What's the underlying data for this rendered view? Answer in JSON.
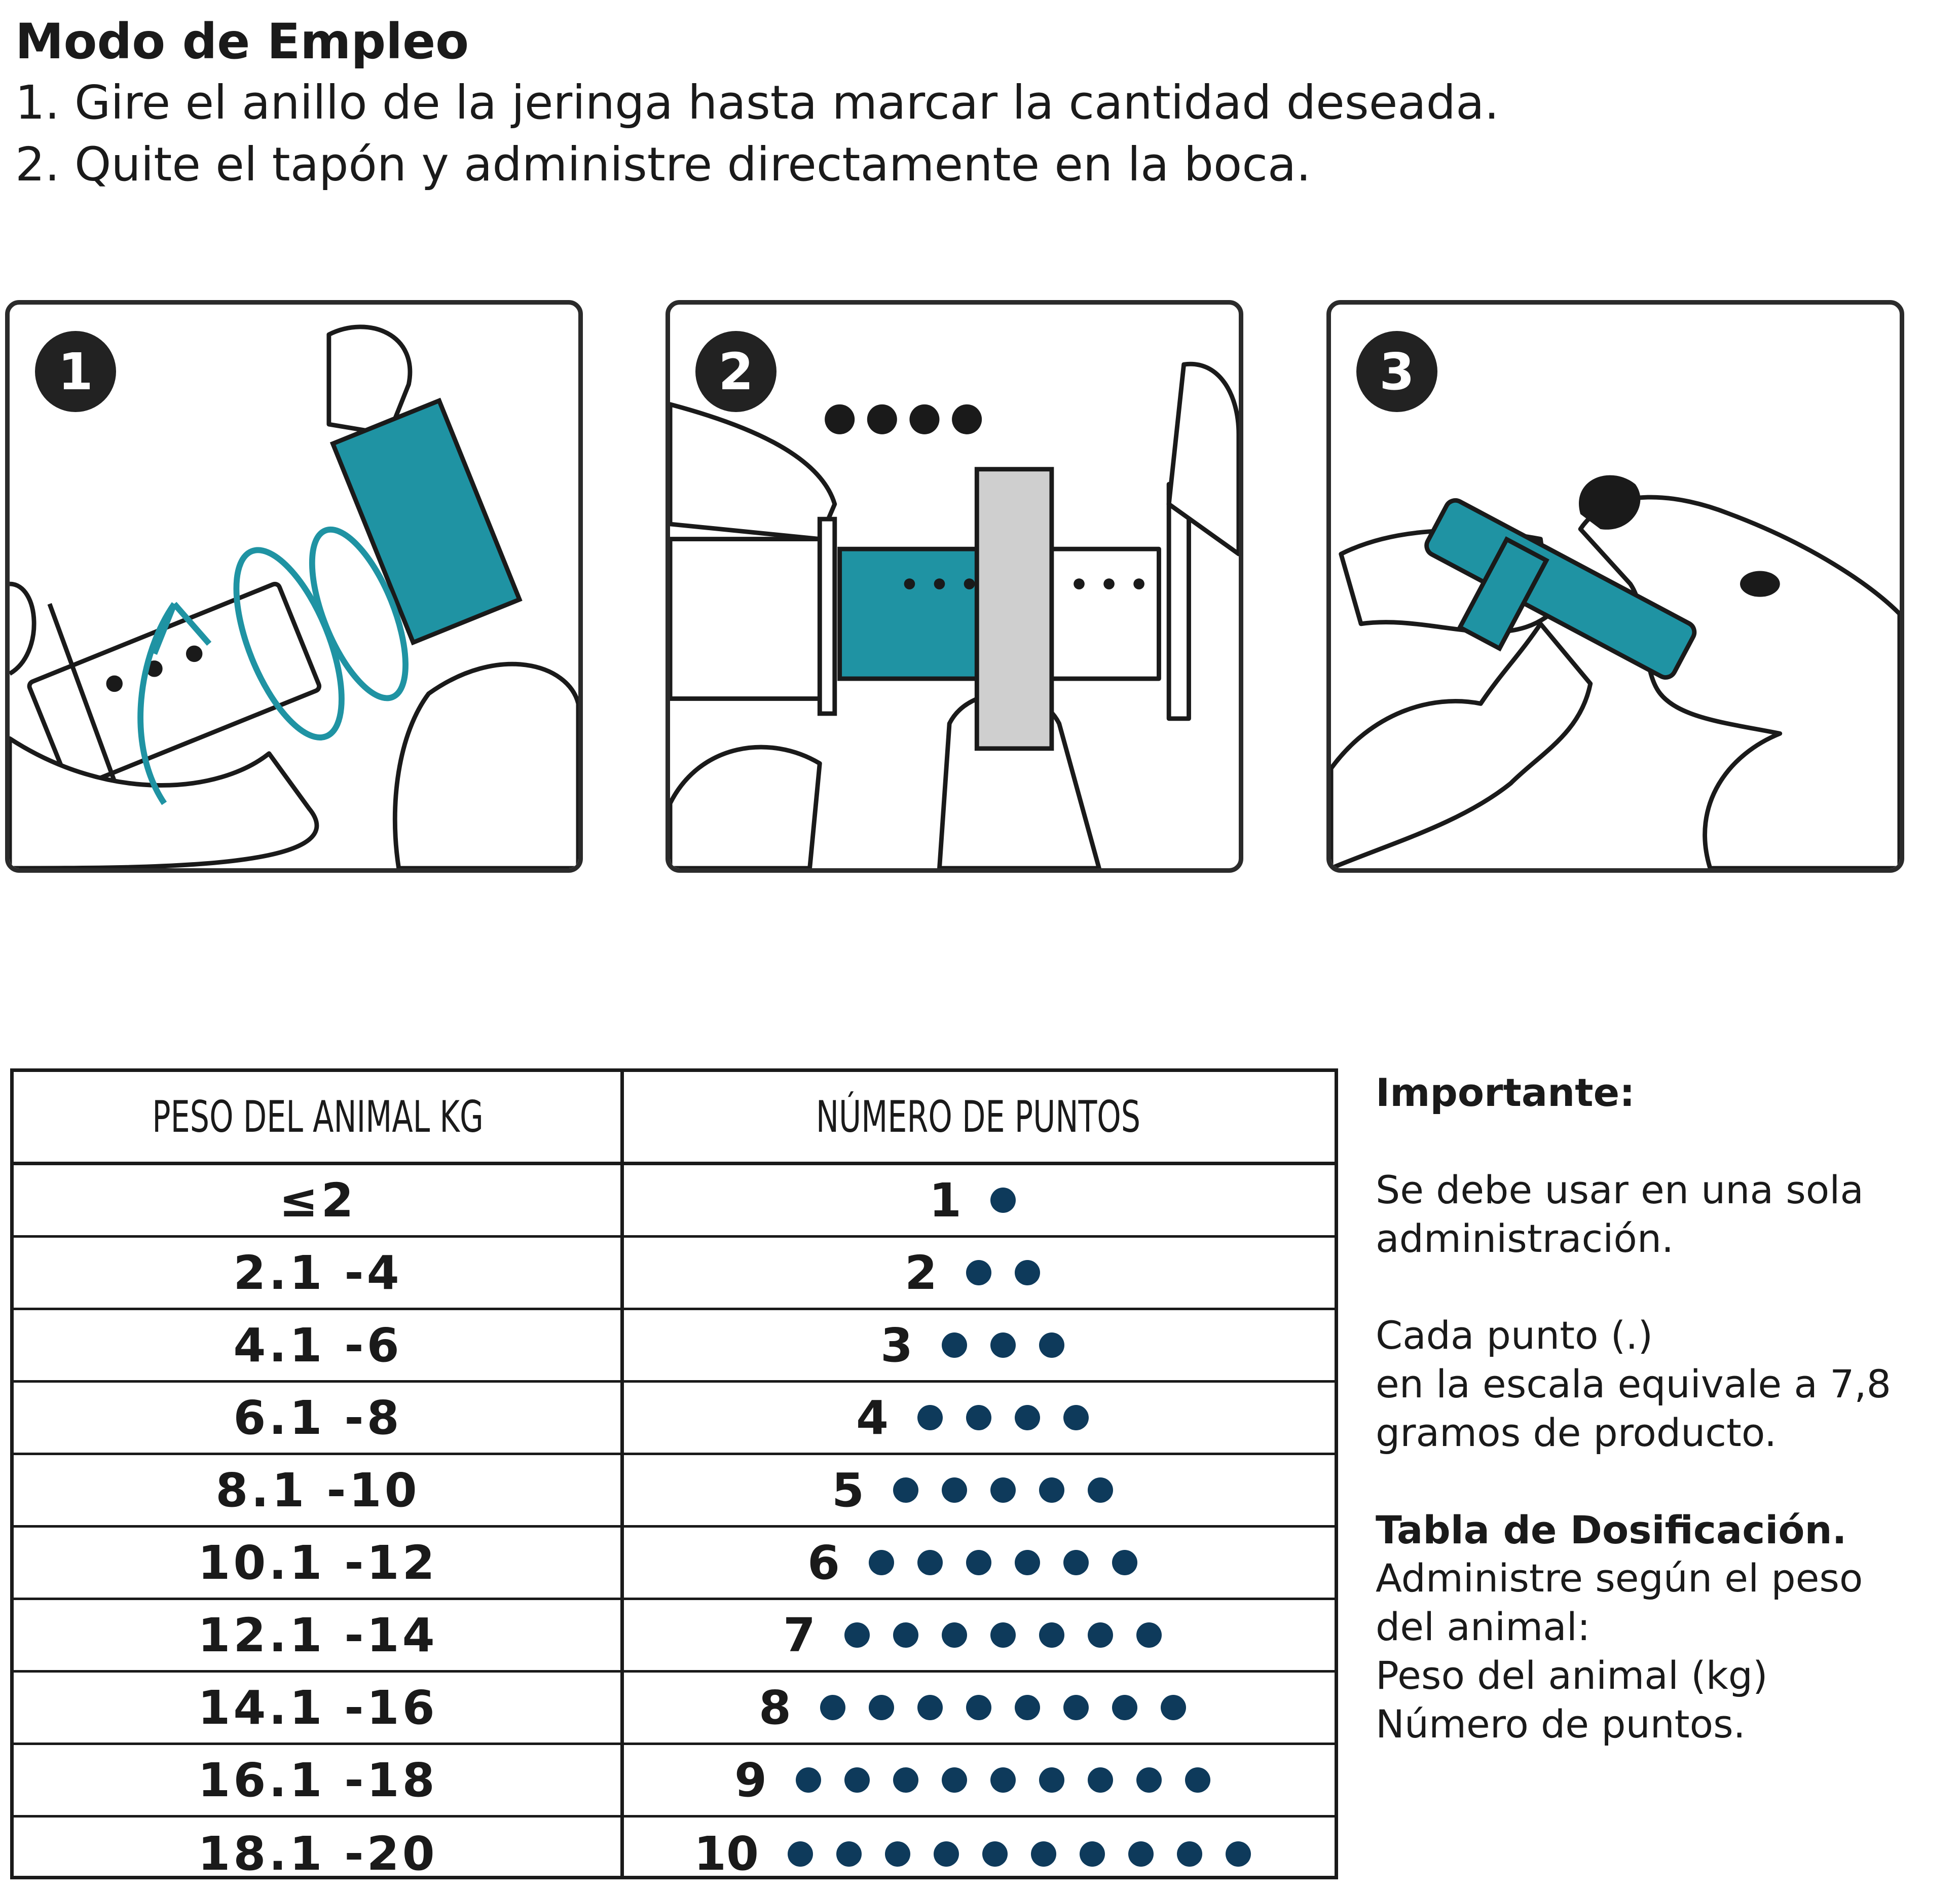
{
  "header": {
    "title": "Modo de Empleo",
    "step1": "1. Gire el anillo de la jeringa hasta marcar la cantidad deseada.",
    "step2": "2. Quite el tapón y administre directamente en la boca."
  },
  "panels": [
    {
      "number": "1",
      "icon": "syringe-ring-rotate-illustration"
    },
    {
      "number": "2",
      "icon": "syringe-dose-marking-illustration"
    },
    {
      "number": "3",
      "icon": "dog-oral-administration-illustration"
    }
  ],
  "colors": {
    "accent": "#1f93a3",
    "dot": "#0e3a5b",
    "line": "#1a1a1a",
    "gray": "#cfcfcf"
  },
  "table": {
    "headers": [
      "PESO DEL ANIMAL KG",
      "NÚMERO DE PUNTOS"
    ],
    "rows": [
      {
        "weight": "≤2",
        "points": "1",
        "dots": 1
      },
      {
        "weight": "2.1 -4",
        "points": "2",
        "dots": 2
      },
      {
        "weight": "4.1 -6",
        "points": "3",
        "dots": 3
      },
      {
        "weight": "6.1 -8",
        "points": "4",
        "dots": 4
      },
      {
        "weight": "8.1 -10",
        "points": "5",
        "dots": 5
      },
      {
        "weight": "10.1 -12",
        "points": "6",
        "dots": 6
      },
      {
        "weight": "12.1 -14",
        "points": "7",
        "dots": 7
      },
      {
        "weight": "14.1 -16",
        "points": "8",
        "dots": 8
      },
      {
        "weight": "16.1 -18",
        "points": "9",
        "dots": 9
      },
      {
        "weight": "18.1 -20",
        "points": "10",
        "dots": 10
      }
    ]
  },
  "notes": {
    "important_title": "Importante:",
    "single_use_1": "Se debe usar en una sola",
    "single_use_2": "administración.",
    "point_1": "Cada punto (.)",
    "point_2": "en la escala equivale a 7,8",
    "point_3": "gramos de producto.",
    "dosing_title": "Tabla de Dosificación.",
    "dosing_1": "Administre según el peso",
    "dosing_2": "del animal:",
    "dosing_3": "Peso del animal (kg)",
    "dosing_4": "Número de puntos."
  }
}
